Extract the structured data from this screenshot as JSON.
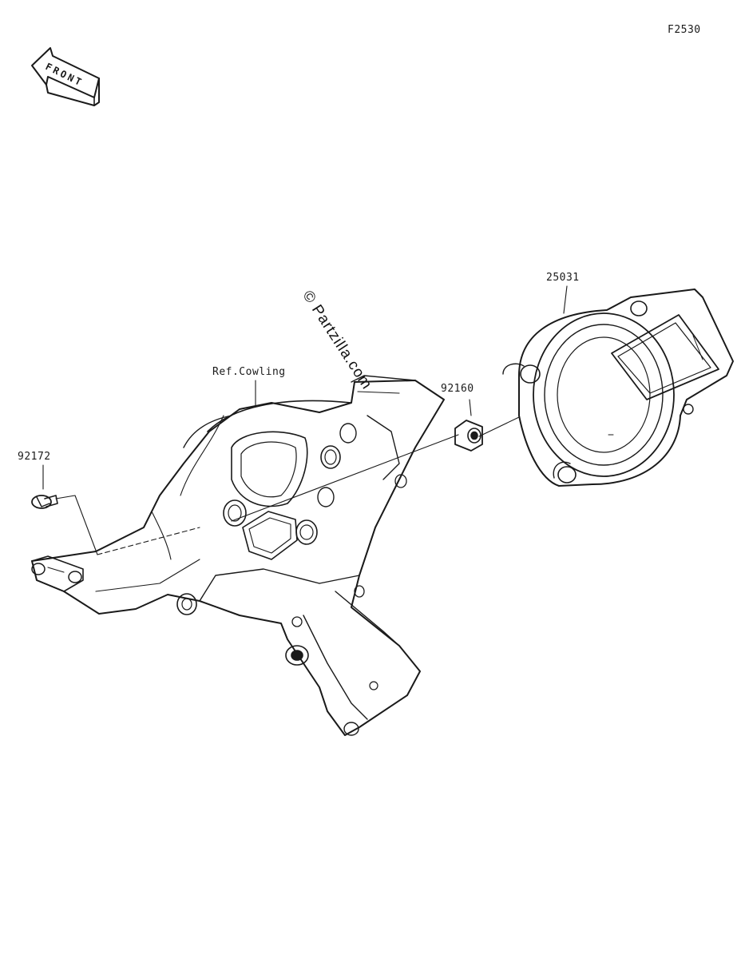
{
  "diagram": {
    "code": "F2530",
    "front_label": "FRONT",
    "watermark": "© Partzilla.com",
    "callouts": [
      {
        "id": "meter",
        "label": "25031"
      },
      {
        "id": "grommet",
        "label": "92160"
      },
      {
        "id": "bolt",
        "label": "92172"
      },
      {
        "id": "cowling",
        "label": "Ref.Cowling"
      }
    ]
  }
}
